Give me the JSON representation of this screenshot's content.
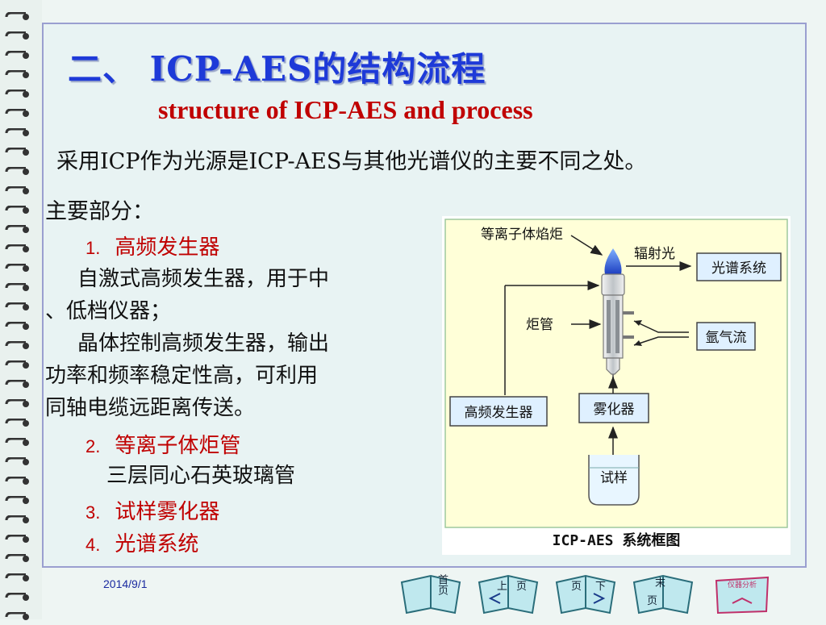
{
  "slide": {
    "title": "二、 ICP-AES的结构流程",
    "subtitle": "structure of ICP-AES and process",
    "intro": "采用ICP作为光源是ICP-AES与其他光谱仪的主要不同之处。",
    "main_parts_label": "主要部分：",
    "items": [
      {
        "num": "1.",
        "label": "高频发生器"
      },
      {
        "num": "2.",
        "label": "等离子体炬管"
      },
      {
        "num": "3.",
        "label": "试样雾化器"
      },
      {
        "num": "4.",
        "label": "光谱系统"
      }
    ],
    "item1_desc": {
      "line1": "自激式高频发生器，用于中",
      "line2": "、低档仪器；",
      "line3": "晶体控制高频发生器，输出",
      "line4": "功率和频率稳定性高，可利用",
      "line5": "同轴电缆远距离传送。"
    },
    "item2_desc": "三层同心石英玻璃管",
    "date": "2014/9/1"
  },
  "diagram": {
    "torch_label": "等离子体焰炬",
    "radiation_label": "辐射光",
    "spectral_box": "光谱系统",
    "tube_label": "炬管",
    "argon_box": "氩气流",
    "hf_box": "高频发生器",
    "nebulizer_box": "雾化器",
    "sample_label": "试样",
    "caption": "ICP-AES 系统框图"
  },
  "nav": {
    "home": "首页",
    "prev_a": "上",
    "prev_b": "页",
    "next_a": "页",
    "next_b": "下",
    "end_a": "末",
    "end_b": "页",
    "analysis": "仪器分析"
  },
  "colors": {
    "title": "#1e3ad8",
    "accent_red": "#c00000",
    "frame_border": "#9a9fd0",
    "diagram_bg": "#ffffd8",
    "box_fill": "#dff0ff"
  }
}
